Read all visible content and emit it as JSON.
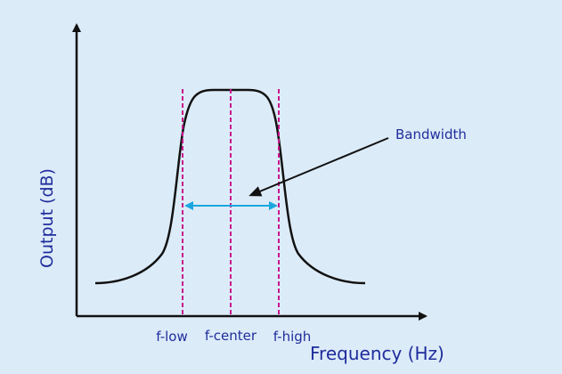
{
  "labels": {
    "y_axis": "Output (dB)",
    "x_axis": "Frequency (Hz)",
    "annotation": "Bandwidth",
    "f_low": "f-low",
    "f_center": "f-center",
    "f_high": "f-high"
  },
  "colors": {
    "background": "#dcebf8",
    "axis": "#111111",
    "curve": "#111111",
    "marker_lines": "#c8148c",
    "bandwidth_arrow": "#1aa7e0",
    "label_text": "#1f2d9c"
  }
}
